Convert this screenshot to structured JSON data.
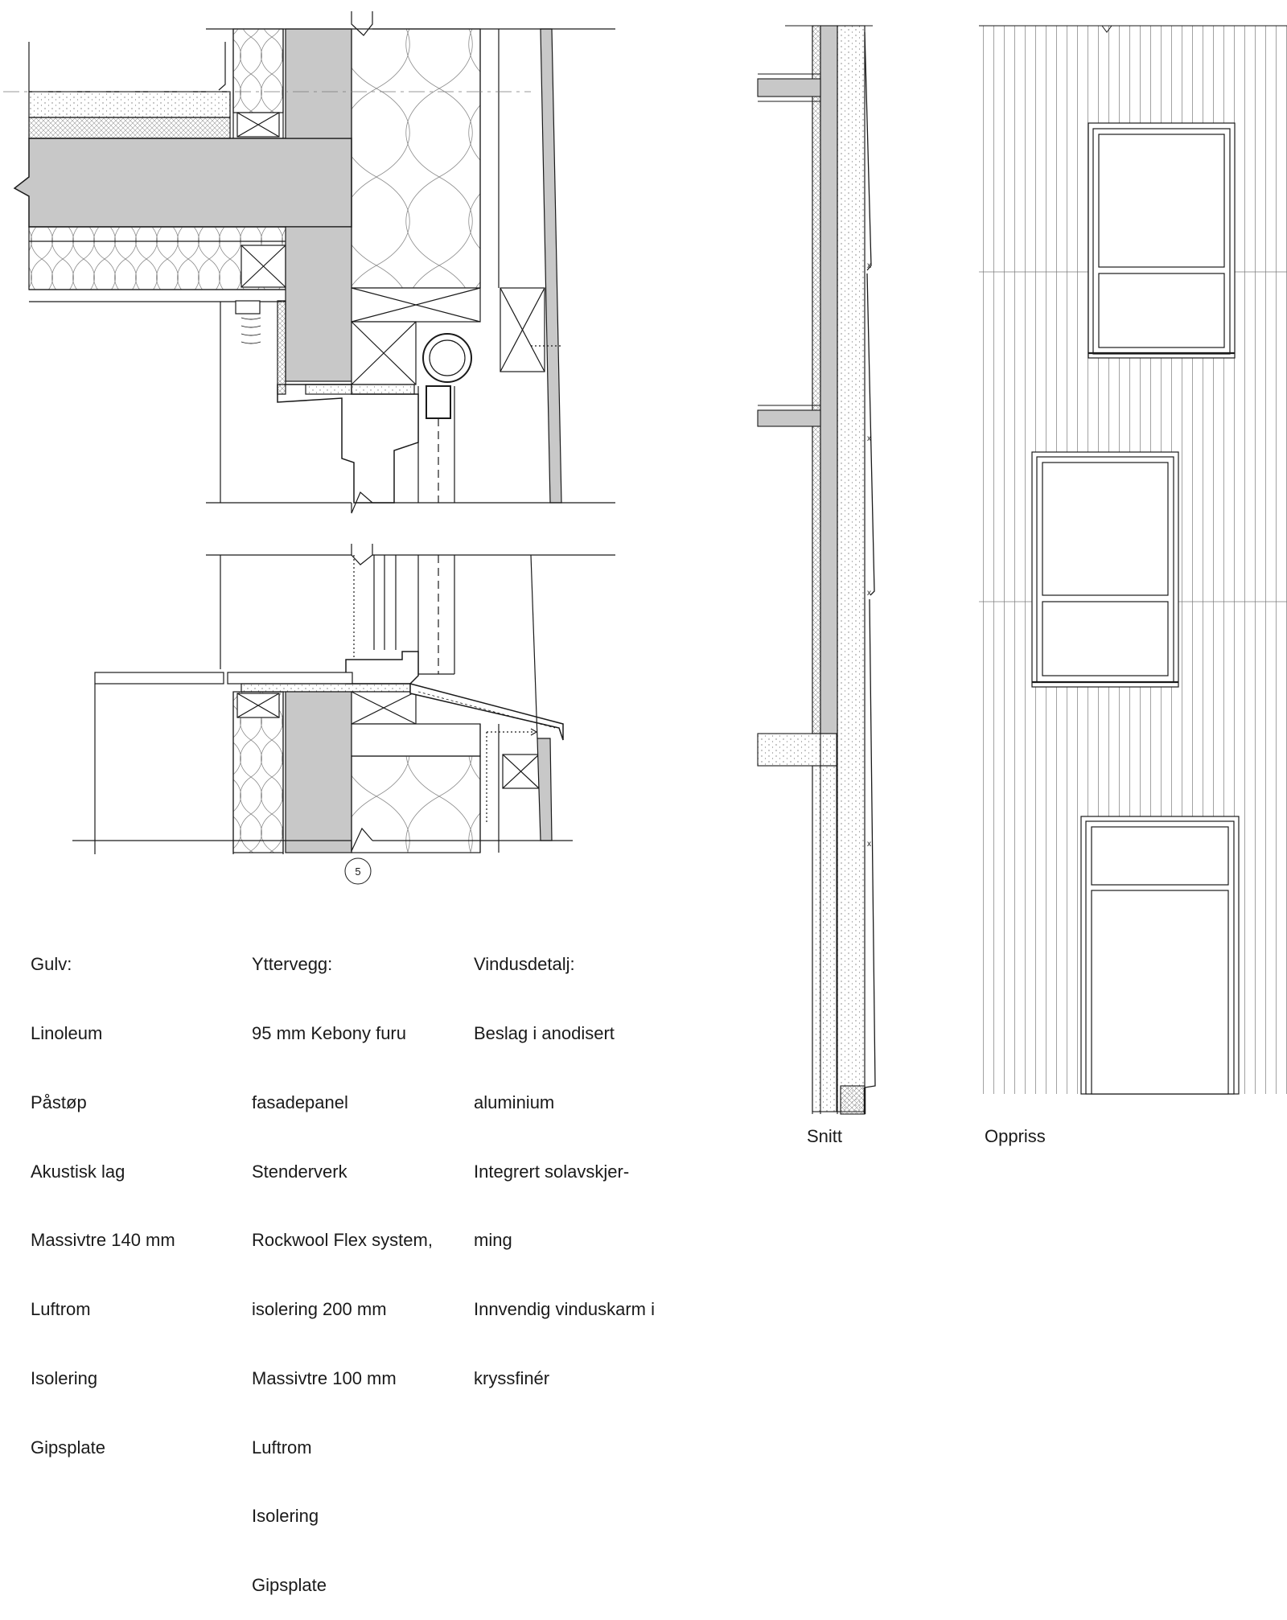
{
  "notes": {
    "floor": {
      "heading": "Gulv:",
      "items": [
        "Linoleum",
        "Påstøp",
        "Akustisk lag",
        "Massivtre 140 mm",
        "Luftrom",
        "Isolering",
        "Gipsplate"
      ]
    },
    "wall": {
      "heading": "Yttervegg:",
      "items": [
        "95 mm Kebony furu",
        "fasadepanel",
        "Stenderverk",
        "Rockwool Flex system,",
        "isolering 200 mm",
        "Massivtre 100 mm",
        "Luftrom",
        "Isolering",
        "Gipsplate"
      ]
    },
    "window": {
      "heading": "Vindusdetalj:",
      "items": [
        "Beslag i anodisert",
        "aluminium",
        "Integrert solavskjer-",
        "ming",
        "Innvendig vinduskarm i",
        "kryssfinér"
      ]
    }
  },
  "callout": "5",
  "views": {
    "section": "Snitt",
    "elevation": "Oppriss"
  },
  "colors": {
    "line": "#1a1a1a",
    "concrete_fill": "#c8c8c8",
    "hatch": "#9a9a9a",
    "insulation_curve": "#8a8a8a",
    "thin_line": "#7a7a7a"
  }
}
